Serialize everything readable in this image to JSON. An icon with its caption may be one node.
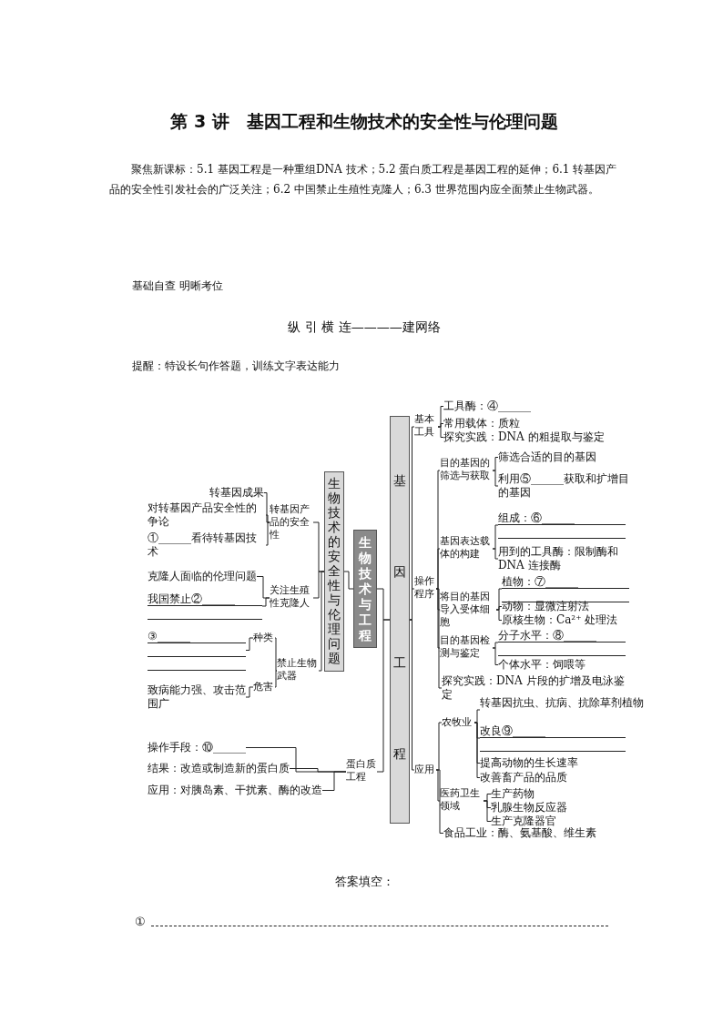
{
  "diagram": {
    "title": "第 3 讲　基因工程和生物技术的安全性与伦理问题",
    "nodes": [
      {
        "text": [
          "生物技术与工程"
        ]
      },
      {
        "text": [
          "生物技术的安全性与伦理问题"
        ]
      },
      {
        "text": [
          "转基因产品的安全性"
        ]
      },
      {
        "text": [
          "转基因成果"
        ]
      },
      {
        "text": [
          "对转基因产品安全性的争论"
        ]
      },
      {
        "text": [
          "①______看待转基因技术"
        ]
      },
      {
        "text": [
          "关注生殖性克隆人"
        ]
      },
      {
        "text": [
          "克隆人面临的伦理问题"
        ]
      },
      {
        "text": [
          "我国禁止②______"
        ]
      },
      {
        "text": [
          "禁止生物武器"
        ]
      },
      {
        "text": [
          "种类"
        ]
      },
      {
        "text": [
          "③______"
        ]
      },
      {
        "text": [
          "危害"
        ]
      },
      {
        "text": [
          "致病能力强、攻击范围广"
        ]
      },
      {
        "text": [
          "基因工程"
        ]
      },
      {
        "text": [
          "基本工具"
        ]
      },
      {
        "text": [
          "工具酶：④______"
        ]
      },
      {
        "text": [
          "常用载体：质粒"
        ]
      },
      {
        "text": [
          "探究实践：DNA 的粗提取与鉴定"
        ]
      },
      {
        "text": [
          "操作程序"
        ]
      },
      {
        "text": [
          "目的基因的筛选与获取"
        ]
      },
      {
        "text": [
          "筛选合适的目的基因"
        ]
      },
      {
        "text": [
          "利用⑤______获取和扩增目的基因"
        ]
      },
      {
        "text": [
          "基因表达载体的构建"
        ]
      },
      {
        "text": [
          "组成：⑥______"
        ]
      },
      {
        "text": [
          "用到的工具酶：限制酶和DNA 连接酶"
        ]
      },
      {
        "text": [
          "将目的基因导入受体细胞"
        ]
      },
      {
        "text": [
          "植物：⑦______"
        ]
      },
      {
        "text": [
          "动物：显微注射法"
        ]
      },
      {
        "text": [
          "原核生物：Ca²⁺ 处理法"
        ]
      },
      {
        "text": [
          "目的基因检测与鉴定"
        ]
      },
      {
        "text": [
          "分子水平：⑧______"
        ]
      },
      {
        "text": [
          "个体水平：饲喂等"
        ]
      },
      {
        "text": [
          "探究实践：DNA 片段的扩增及电泳鉴定"
        ]
      },
      {
        "text": [
          "应用"
        ]
      },
      {
        "text": [
          "农牧业"
        ]
      },
      {
        "text": [
          "转基因抗虫、抗病、抗除草剂植物"
        ]
      },
      {
        "text": [
          "改良⑨______"
        ]
      },
      {
        "text": [
          "提高动物的生长速率"
        ]
      },
      {
        "text": [
          "改善畜产品的品质"
        ]
      },
      {
        "text": [
          "医药卫生领域"
        ]
      },
      {
        "text": [
          "生产药物"
        ]
      },
      {
        "text": [
          "乳腺生物反应器"
        ]
      },
      {
        "text": [
          "生产克隆器官"
        ]
      },
      {
        "text": [
          "食品工业：酶、氨基酸、维生素"
        ]
      },
      {
        "text": [
          "蛋白质工程"
        ]
      },
      {
        "text": [
          "操作手段：⑩______"
        ]
      },
      {
        "text": [
          "结果：改造或制造新的蛋白质"
        ]
      },
      {
        "text": [
          "应用：对胰岛素、干扰素、酶的改造"
        ]
      }
    ],
    "edges": [
      {
        "from": 1,
        "to": 0,
        "arrow": "none"
      },
      {
        "from": 2,
        "to": 1,
        "arrow": "none"
      },
      {
        "from": 3,
        "to": 2,
        "arrow": "none"
      },
      {
        "from": 4,
        "to": 2,
        "arrow": "none"
      },
      {
        "from": 5,
        "to": 2,
        "arrow": "none"
      },
      {
        "from": 6,
        "to": 1,
        "arrow": "none"
      },
      {
        "from": 7,
        "to": 6,
        "arrow": "none"
      },
      {
        "from": 8,
        "to": 6,
        "arrow": "none"
      },
      {
        "from": 9,
        "to": 1,
        "arrow": "none"
      },
      {
        "from": 10,
        "to": 9,
        "arrow": "none"
      },
      {
        "from": 11,
        "to": 10,
        "arrow": "none"
      },
      {
        "from": 12,
        "to": 9,
        "arrow": "none"
      },
      {
        "from": 13,
        "to": 12,
        "arrow": "none"
      },
      {
        "from": 0,
        "to": 14,
        "arrow": "none"
      },
      {
        "from": 14,
        "to": 15,
        "arrow": "none"
      },
      {
        "from": 15,
        "to": 16,
        "arrow": "none"
      },
      {
        "from": 15,
        "to": 17,
        "arrow": "none"
      },
      {
        "from": 15,
        "to": 18,
        "arrow": "none"
      },
      {
        "from": 14,
        "to": 19,
        "arrow": "none"
      },
      {
        "from": 19,
        "to": 20,
        "arrow": "none"
      },
      {
        "from": 20,
        "to": 21,
        "arrow": "none"
      },
      {
        "from": 20,
        "to": 22,
        "arrow": "none"
      },
      {
        "from": 19,
        "to": 23,
        "arrow": "none"
      },
      {
        "from": 23,
        "to": 24,
        "arrow": "none"
      },
      {
        "from": 23,
        "to": 25,
        "arrow": "none"
      },
      {
        "from": 19,
        "to": 26,
        "arrow": "none"
      },
      {
        "from": 26,
        "to": 27,
        "arrow": "none"
      },
      {
        "from": 26,
        "to": 28,
        "arrow": "none"
      },
      {
        "from": 26,
        "to": 29,
        "arrow": "none"
      },
      {
        "from": 19,
        "to": 30,
        "arrow": "none"
      },
      {
        "from": 30,
        "to": 31,
        "arrow": "none"
      },
      {
        "from": 30,
        "to": 32,
        "arrow": "none"
      },
      {
        "from": 19,
        "to": 33,
        "arrow": "none"
      },
      {
        "from": 14,
        "to": 34,
        "arrow": "none"
      },
      {
        "from": 34,
        "to": 35,
        "arrow": "none"
      },
      {
        "from": 35,
        "to": 36,
        "arrow": "none"
      },
      {
        "from": 35,
        "to": 37,
        "arrow": "none"
      },
      {
        "from": 35,
        "to": 38,
        "arrow": "none"
      },
      {
        "from": 35,
        "to": 39,
        "arrow": "none"
      },
      {
        "from": 34,
        "to": 40,
        "arrow": "none"
      },
      {
        "from": 40,
        "to": 41,
        "arrow": "none"
      },
      {
        "from": 40,
        "to": 42,
        "arrow": "none"
      },
      {
        "from": 40,
        "to": 43,
        "arrow": "none"
      },
      {
        "from": 34,
        "to": 44,
        "arrow": "none"
      },
      {
        "from": 45,
        "to": 14,
        "arrow": "none"
      },
      {
        "from": 46,
        "to": 45,
        "arrow": "none"
      },
      {
        "from": 47,
        "to": 45,
        "arrow": "none"
      },
      {
        "from": 48,
        "to": 45,
        "arrow": "none"
      }
    ],
    "labels": [
      "聚焦新课标：5.1 基因工程是一种重组DNA 技术；5.2 蛋白质工程是基因工程的延伸；6.1 转基因产品的安全性引发社会的广泛关注；6.2 中国禁止生殖性克隆人；6.3 世界范围内应全面禁止生物武器。",
      "基础自查 明晰考位",
      "纵 引 横 连————建网络",
      "提醒：特设长句作答题，训练文字表达能力",
      "答案填空：",
      "①"
    ]
  }
}
